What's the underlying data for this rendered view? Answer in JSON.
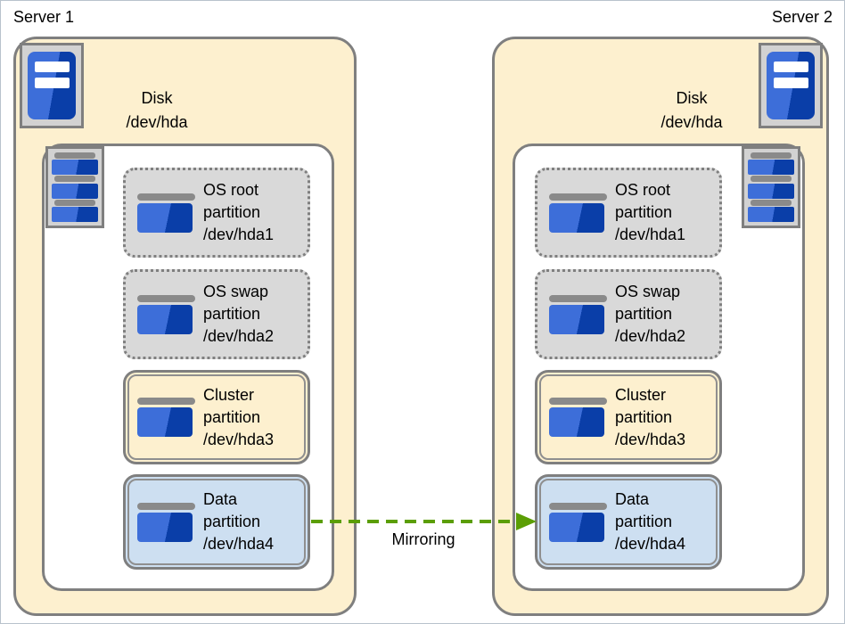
{
  "servers": [
    {
      "name": "Server 1",
      "disk": {
        "line1": "Disk",
        "line2": "/dev/hda"
      },
      "partitions": [
        {
          "id": "os-root",
          "style": "dotted-gray",
          "lines": [
            "OS root",
            "partition",
            "/dev/hda1"
          ]
        },
        {
          "id": "os-swap",
          "style": "dotted-gray",
          "lines": [
            "OS swap",
            "partition",
            "/dev/hda2"
          ]
        },
        {
          "id": "cluster",
          "style": "double-cream",
          "lines": [
            "Cluster",
            "partition",
            "/dev/hda3"
          ]
        },
        {
          "id": "data",
          "style": "double-blue",
          "lines": [
            "Data",
            "partition",
            "/dev/hda4"
          ]
        }
      ]
    },
    {
      "name": "Server 2",
      "disk": {
        "line1": "Disk",
        "line2": "/dev/hda"
      },
      "partitions": [
        {
          "id": "os-root",
          "style": "dotted-gray",
          "lines": [
            "OS root",
            "partition",
            "/dev/hda1"
          ]
        },
        {
          "id": "os-swap",
          "style": "dotted-gray",
          "lines": [
            "OS swap",
            "partition",
            "/dev/hda2"
          ]
        },
        {
          "id": "cluster",
          "style": "double-cream",
          "lines": [
            "Cluster",
            "partition",
            "/dev/hda3"
          ]
        },
        {
          "id": "data",
          "style": "double-blue",
          "lines": [
            "Data",
            "partition",
            "/dev/hda4"
          ]
        }
      ]
    }
  ],
  "arrow": {
    "label": "Mirroring",
    "direction": "server1-data-to-server2-data",
    "style": "dashed",
    "color": "#5b9e04"
  },
  "icons": [
    "server-tower-icon",
    "disk-stack-icon",
    "partition-icon"
  ],
  "colors": {
    "disk_container_fill": "#fdf0cf",
    "os_partition_fill": "#d9d9d9",
    "cluster_partition_fill": "#fdf0cf",
    "data_partition_fill": "#cddff1",
    "border_gray": "#7f7f7f",
    "icon_blue_light": "#3d6ed9",
    "icon_blue_dark": "#0a3ea8",
    "mirroring_green": "#5b9e04"
  }
}
